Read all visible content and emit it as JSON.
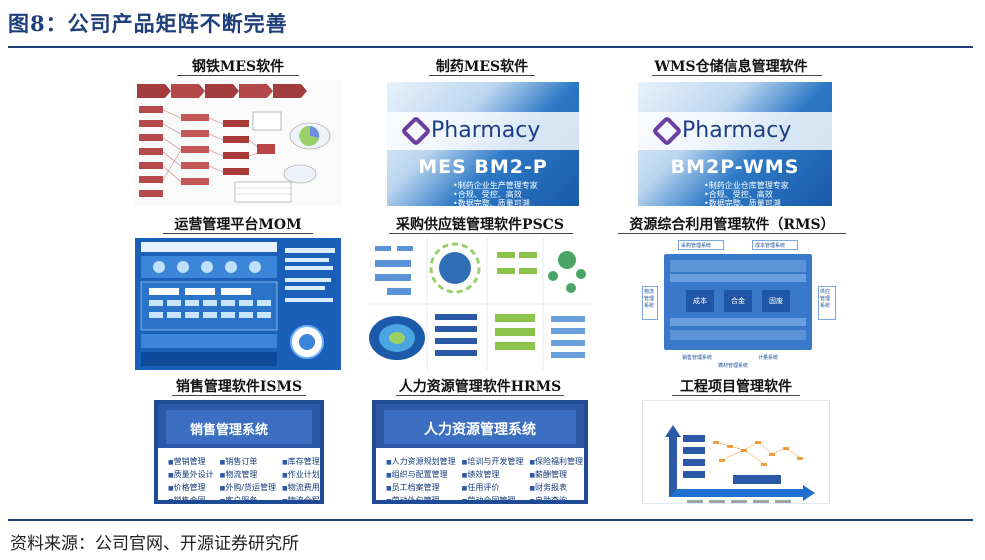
{
  "page": {
    "title": "图8：公司产品矩阵不断完善",
    "source": "资料来源：公司官网、开源证券研究所"
  },
  "products": [
    {
      "id": "steel-mes",
      "caption": "钢铁MES软件"
    },
    {
      "id": "pharma-mes",
      "caption": "制药MES软件"
    },
    {
      "id": "wms",
      "caption": "WMS仓储信息管理软件"
    },
    {
      "id": "mom",
      "caption": "运营管理平台MOM"
    },
    {
      "id": "pscs",
      "caption": "采购供应链管理软件PSCS"
    },
    {
      "id": "rms",
      "caption": "资源综合利用管理软件（RMS）"
    },
    {
      "id": "isms",
      "caption": "销售管理软件ISMS"
    },
    {
      "id": "hrms",
      "caption": "人力资源管理软件HRMS"
    },
    {
      "id": "project",
      "caption": "工程项目管理软件"
    }
  ],
  "pharma_mes": {
    "brand": "Pharmacy",
    "product": "MES BM2-P",
    "bullets": [
      "制药企业生产管理专家",
      "合规、受控、高效",
      "数据完整、质量可溯"
    ]
  },
  "wms_panel": {
    "brand": "Pharmacy",
    "product": "BM2P-WMS",
    "bullets": [
      "制药企业仓库管理专家",
      "合规、受控、高效",
      "数据完整、质量可溯"
    ]
  },
  "rms_panel": {
    "labels": [
      "采购管理系统",
      "成本管理系统",
      "物流管理系统",
      "供应管理系统",
      "销售管理系统",
      "计量系统",
      "铸材管理系统"
    ],
    "core": [
      "成本",
      "合金",
      "固废"
    ]
  },
  "sales_system": {
    "title": "销售管理系统",
    "items": [
      "营销管理",
      "销售订单",
      "库存管理",
      "质量外设计",
      "物流管理",
      "作业计划管理",
      "价格管理",
      "外购/货运管理",
      "物流费用管理",
      "销售合同",
      "客户服务",
      "物流全程跟踪"
    ]
  },
  "hr_system": {
    "title": "人力资源管理系统",
    "items": [
      "人力资源规划管理",
      "培训与开发管理",
      "保险福利管理",
      "组织与配置管理",
      "绩效管理",
      "薪酬管理",
      "员工档案管理",
      "任用评价",
      "财务报表",
      "劳动外包管理",
      "劳动合同管理",
      "自助查询"
    ]
  },
  "colors": {
    "title_blue": "#1f3f7a",
    "panel_blue": "#2b59a8",
    "accent_blue": "#1e6fd0"
  }
}
